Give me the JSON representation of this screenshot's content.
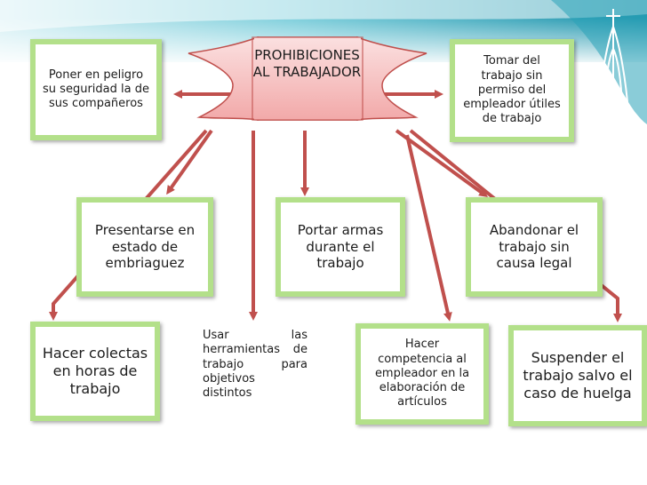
{
  "diagram": {
    "center": "PROHIBICIONES AL TRABAJADOR",
    "boxes": {
      "top_left": "Poner en peligro su seguridad la de sus compañeros",
      "top_right": "Tomar del trabajo sin permiso del empleador útiles de trabajo",
      "mid_left": "Presentarse en estado de embriaguez",
      "mid_center": "Portar armas durante el trabajo",
      "mid_right": "Abandonar el trabajo sin causa legal",
      "bottom_1": "Hacer colectas en horas de trabajo",
      "bottom_2": "Usar las herramientas de trabajo para objetivos distintos",
      "bottom_3": "Hacer competencia al empleador en la elaboración de artículos",
      "bottom_4": "Suspender el trabajo salvo el caso de huelga"
    }
  },
  "colors": {
    "box_border": "#b3e08a",
    "arrow": "#c0504d",
    "center_fill": "#f7c6c6",
    "center_stroke": "#c0504d",
    "background_teal": "#2aa3b8"
  }
}
